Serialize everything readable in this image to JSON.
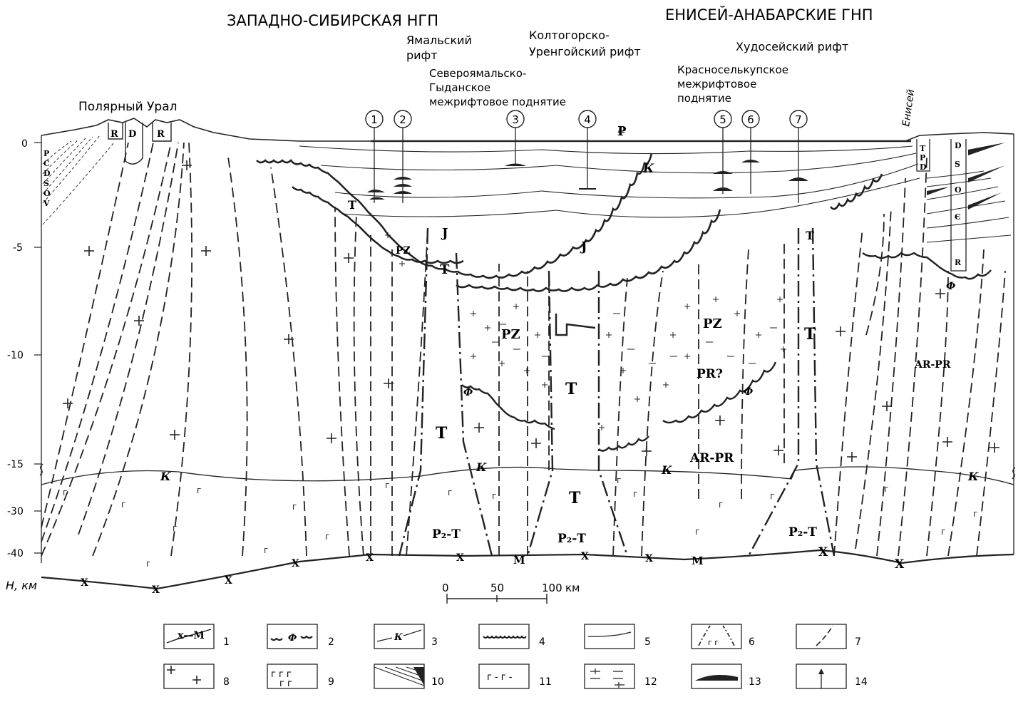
{
  "titles": {
    "left": "ЗАПАДНО-СИБИРСКАЯ НГП",
    "right": "ЕНИСЕЙ-АНАБАРСКИЕ ГНП"
  },
  "regions": {
    "polar_ural": "Полярный Урал",
    "yamal_1": "Ямальский",
    "yamal_2": "рифт",
    "koltog_1": "Колтогорско-",
    "koltog_2": "Уренгойский рифт",
    "khudosei": "Худосейский рифт",
    "nyamal_1": "Североямальско-",
    "nyamal_2": "Гыданское",
    "nyamal_3": "межрифтовое поднятие",
    "krasnosel_1": "Красноселькупское",
    "krasnosel_2": "межрифтовое",
    "krasnosel_3": "поднятие",
    "yenisei": "Енисей"
  },
  "wells": [
    "1",
    "2",
    "3",
    "4",
    "5",
    "6",
    "7"
  ],
  "depth_axis": {
    "ticks": [
      "0",
      "-5",
      "-10",
      "-15",
      "-30",
      "-40"
    ],
    "label": "H, км"
  },
  "geo_labels": {
    "pg": "₽",
    "k_upper": "К",
    "k_deep": "К",
    "j1": "J",
    "j2": "J",
    "pz1": "PZ",
    "pz2": "PZ",
    "pz3": "PZ",
    "t_small": "Т",
    "t_left": "Т",
    "t_mid": "Т",
    "t_right1": "Т",
    "t_right2": "Т",
    "t_deep": "Т",
    "t_topleft": "Т",
    "pr_q": "PR?",
    "ar_pr1": "AR-PR",
    "ar_pr2": "AR-PR",
    "phi": "Ф",
    "p2t": "P₂-Т",
    "m": "М",
    "x": "Х",
    "r": "R",
    "d": "D",
    "strat_left": [
      "P",
      "C",
      "D",
      "S",
      "O",
      "V"
    ],
    "strat_right": [
      "T",
      "P",
      "D",
      "S",
      "O",
      "Є",
      "R"
    ]
  },
  "scale_bar": {
    "ticks": [
      "0",
      "50",
      "100"
    ],
    "unit": "км"
  },
  "legend": [
    {
      "num": "1",
      "symbol": "moho"
    },
    {
      "num": "2",
      "symbol": "fundament"
    },
    {
      "num": "3",
      "symbol": "conrad"
    },
    {
      "num": "4",
      "symbol": "unconformity"
    },
    {
      "num": "5",
      "symbol": "boundary"
    },
    {
      "num": "6",
      "symbol": "rift"
    },
    {
      "num": "7",
      "symbol": "fault"
    },
    {
      "num": "8",
      "symbol": "granite"
    },
    {
      "num": "9",
      "symbol": "basalt"
    },
    {
      "num": "10",
      "symbol": "wedge"
    },
    {
      "num": "11",
      "symbol": "volcanic"
    },
    {
      "num": "12",
      "symbol": "sediment"
    },
    {
      "num": "13",
      "symbol": "deposit"
    },
    {
      "num": "14",
      "symbol": "well"
    }
  ],
  "legend_text": {
    "moho_sym": "х—М",
    "fund_sym": "Ф",
    "conrad_sym": "К",
    "volc_sym": "г - г -"
  }
}
